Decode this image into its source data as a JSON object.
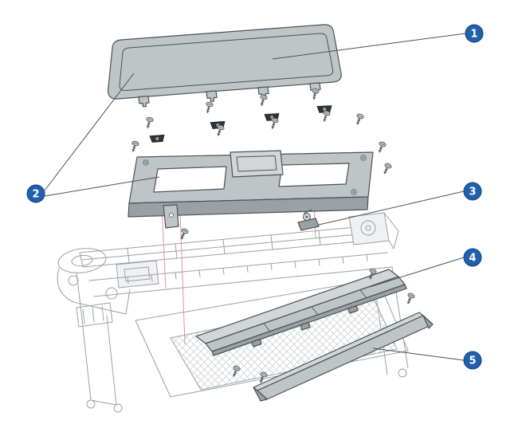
{
  "figure": {
    "alt": "Exploded parts diagram of a large-format printer: window, top cover frame, small rail part, center platen cover and front trim panel, with numbered callouts 1 to 5"
  },
  "callouts": [
    {
      "label": "1",
      "target": "window-lid"
    },
    {
      "label": "2",
      "target": "top-cover-frame"
    },
    {
      "label": "3",
      "target": "rail-assembly-part"
    },
    {
      "label": "4",
      "target": "center-platen-cover"
    },
    {
      "label": "5",
      "target": "front-trim-panel"
    }
  ],
  "colors": {
    "background": "#ffffff",
    "callout_fill": "#2060ae",
    "callout_stroke": "#143f7c",
    "callout_text": "#ffffff",
    "part_fill": "#bfc4c7",
    "part_fill_light": "#d3d6d8",
    "part_fill_dark": "#9aa0a4",
    "part_stroke": "#4c5257",
    "printer_line": "#9ba1a6",
    "guide_line": "#d98c8c",
    "leader_line": "#4c5257"
  }
}
